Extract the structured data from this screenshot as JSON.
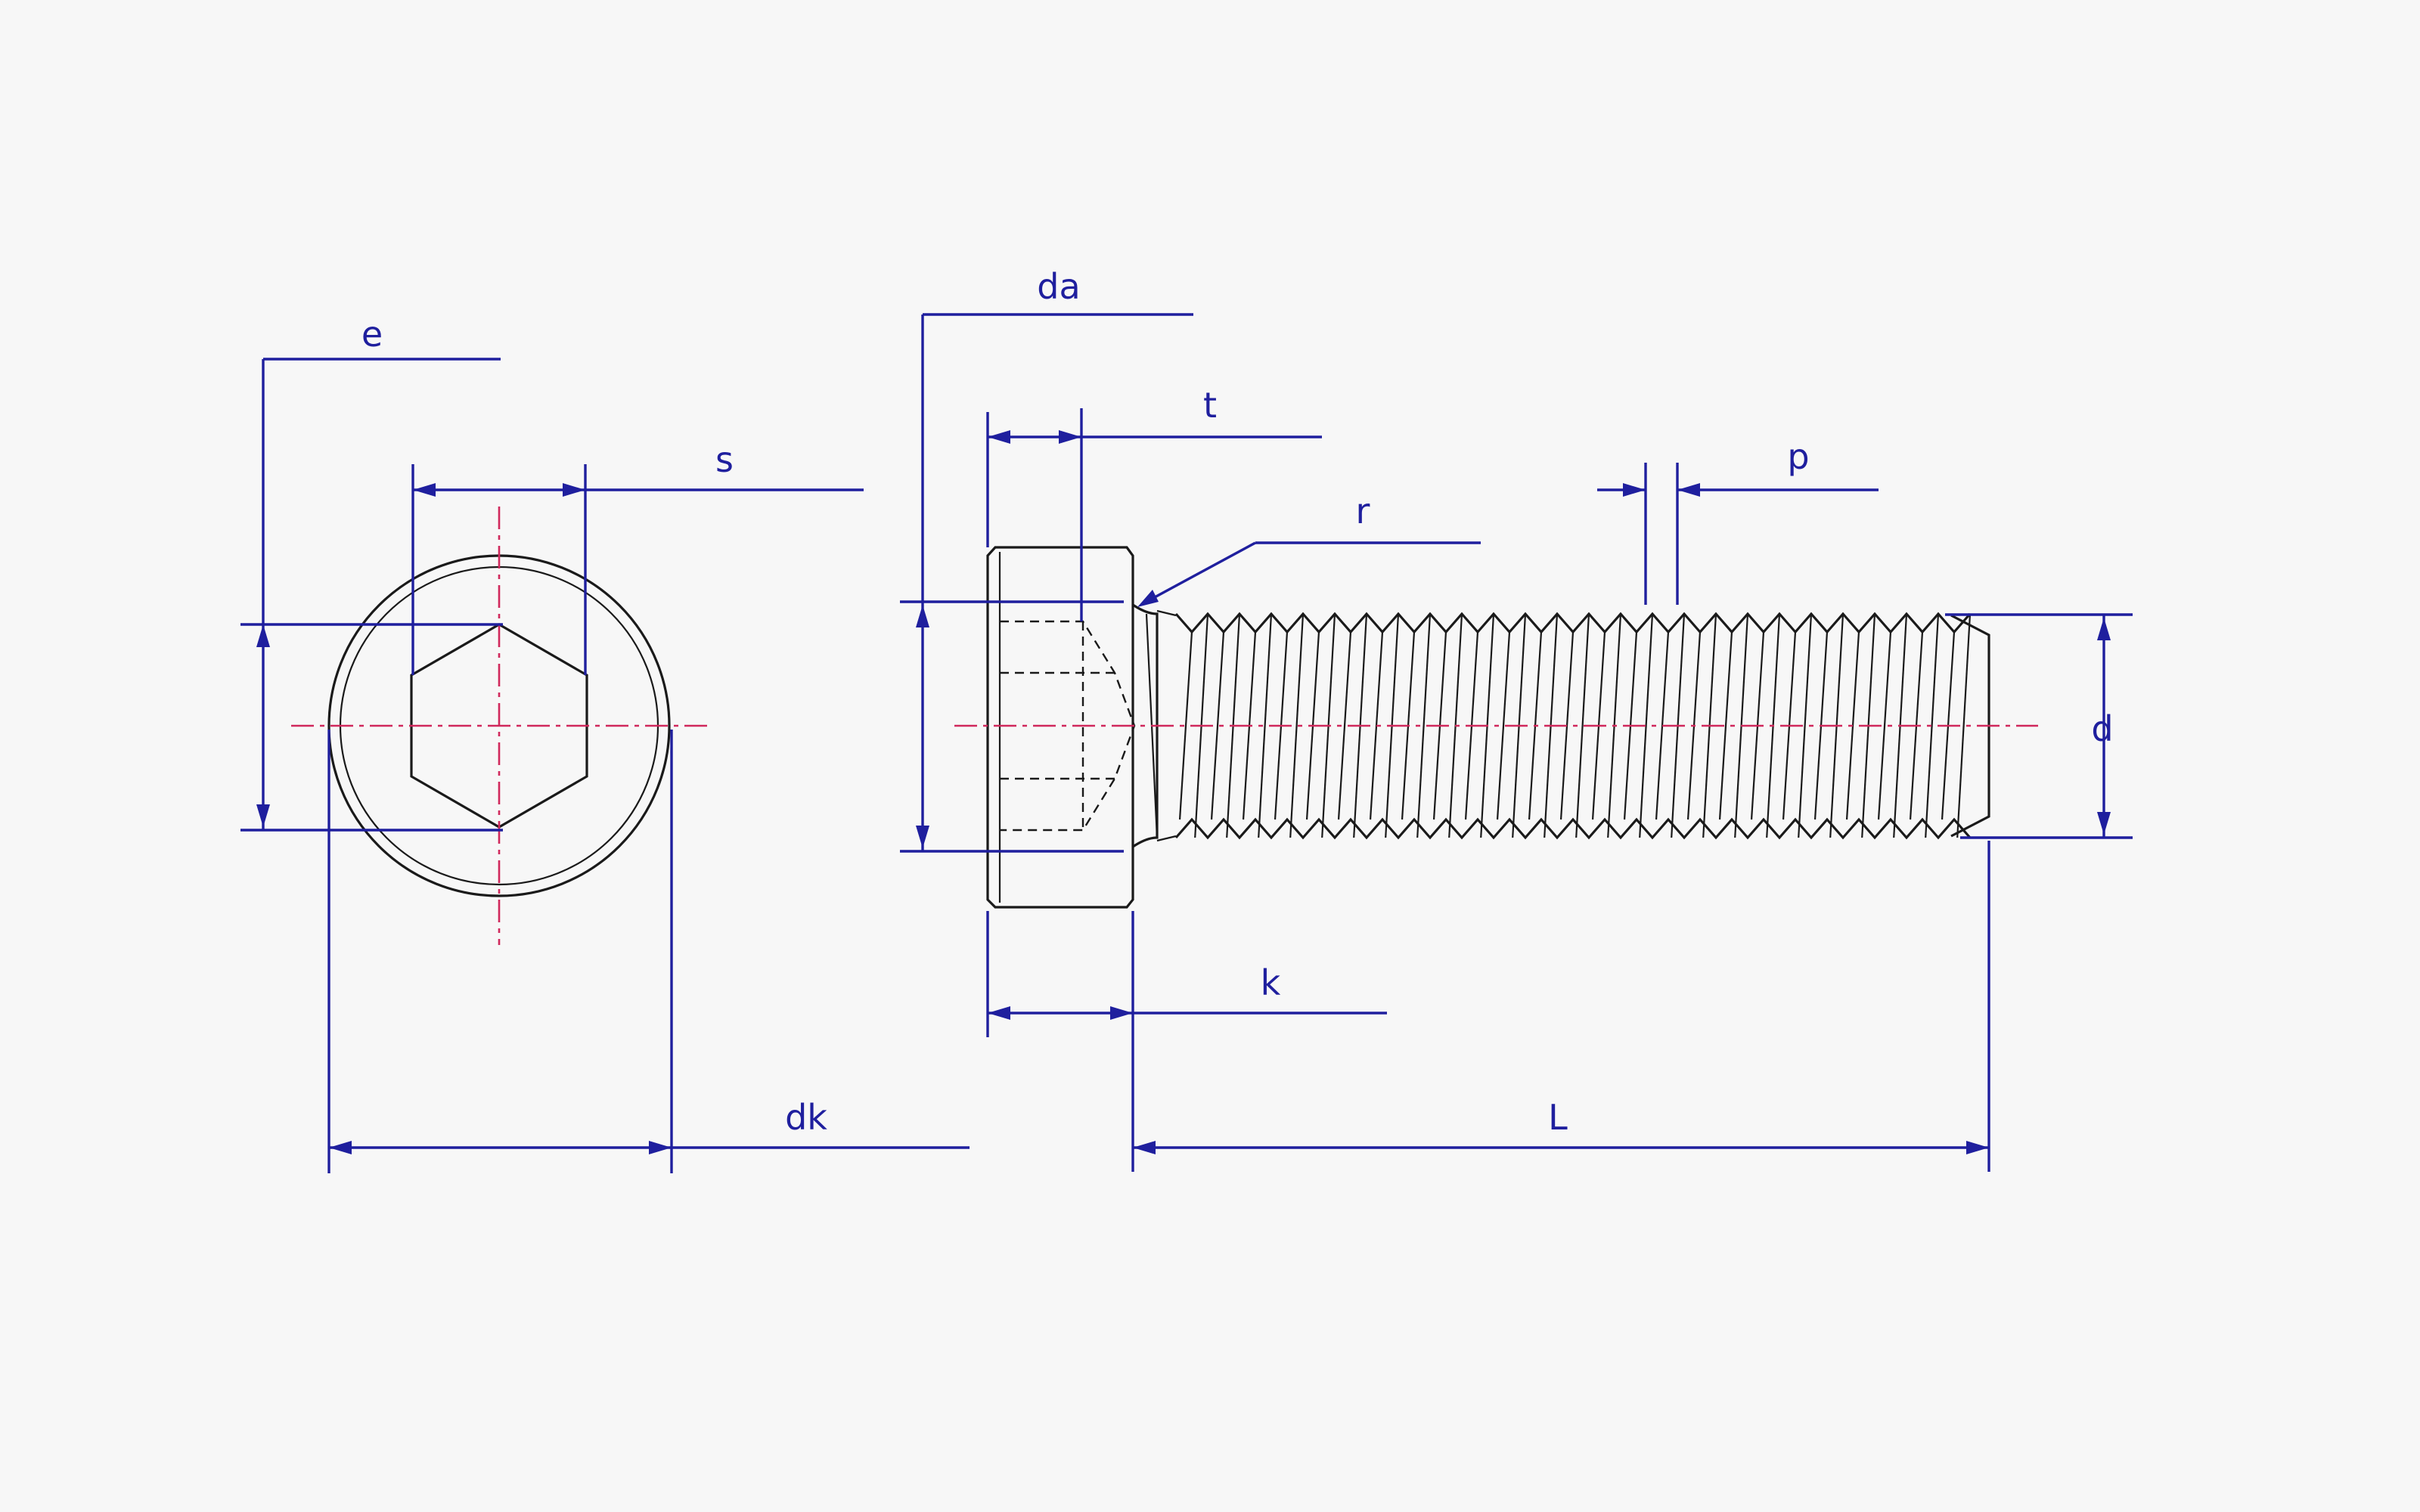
{
  "labels": {
    "e": "e",
    "s": "s",
    "dk": "dk",
    "da": "da",
    "t": "t",
    "r": "r",
    "p": "p",
    "d": "d",
    "k": "k",
    "L": "L"
  },
  "colors": {
    "background": "#f7f7f7",
    "dimension": "#1f1f9e",
    "outline": "#1a1a1a",
    "centerline": "#d0285c"
  }
}
